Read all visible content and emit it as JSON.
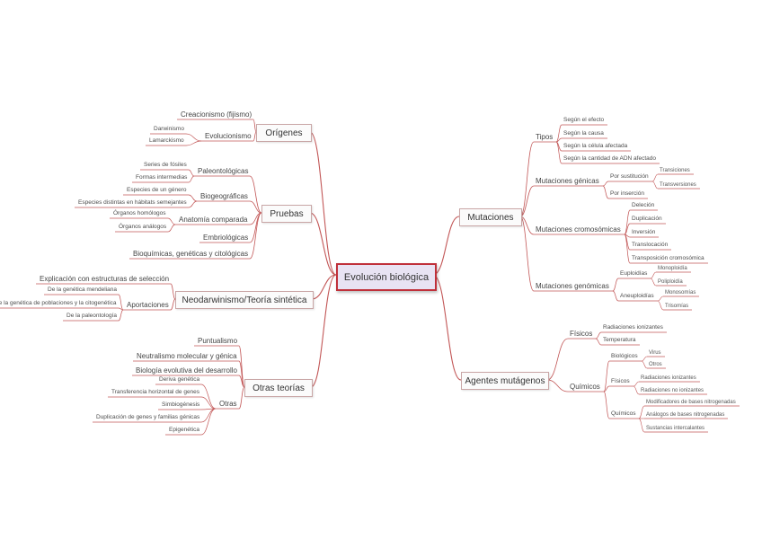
{
  "map": {
    "root": "Evolución biológica",
    "left": [
      {
        "key": "origenes",
        "label": "Orígenes",
        "children": [
          {
            "label": "Creacionismo (fijismo)",
            "children": []
          },
          {
            "label": "Evolucionismo",
            "children": [
              {
                "label": "Darwinismo"
              },
              {
                "label": "Lamarckismo"
              }
            ]
          }
        ]
      },
      {
        "key": "pruebas",
        "label": "Pruebas",
        "children": [
          {
            "label": "Paleontológicas",
            "children": [
              {
                "label": "Series de fósiles"
              },
              {
                "label": "Formas intermedias"
              }
            ]
          },
          {
            "label": "Biogeográficas",
            "children": [
              {
                "label": "Especies de un género"
              },
              {
                "label": "Especies distintas en hábitats semejantes"
              }
            ]
          },
          {
            "label": "Anatomía comparada",
            "children": [
              {
                "label": "Órganos homólogos"
              },
              {
                "label": "Órganos análogos"
              }
            ]
          },
          {
            "label": "Embriológicas",
            "children": []
          },
          {
            "label": "Bioquímicas, genéticas y citológicas",
            "children": []
          }
        ]
      },
      {
        "key": "neodarwinismo",
        "label": "Neodarwinismo/Teoría sintética",
        "children": [
          {
            "label": "Explicación con estructuras de selección",
            "children": []
          },
          {
            "label": "Aportaciones",
            "children": [
              {
                "label": "De la genética mendeliana"
              },
              {
                "label": "De la genética de poblaciones y la citogenética"
              },
              {
                "label": "De la paleontología"
              }
            ]
          }
        ]
      },
      {
        "key": "otras",
        "label": "Otras teorías",
        "children": [
          {
            "label": "Puntualismo",
            "children": []
          },
          {
            "label": "Neutralismo molecular y génica",
            "children": []
          },
          {
            "label": "Biología evolutiva del desarrollo",
            "children": []
          },
          {
            "label": "Otras",
            "children": [
              {
                "label": "Deriva genética"
              },
              {
                "label": "Transferencia horizontal de genes"
              },
              {
                "label": "Simbiogénesis"
              },
              {
                "label": "Duplicación de genes y familias génicas"
              },
              {
                "label": "Epigenética"
              }
            ]
          }
        ]
      }
    ],
    "right": [
      {
        "key": "mutaciones",
        "label": "Mutaciones",
        "children": [
          {
            "label": "Tipos",
            "children": [
              {
                "label": "Según el efecto"
              },
              {
                "label": "Según la causa"
              },
              {
                "label": "Según la célula afectada"
              },
              {
                "label": "Según la cantidad de ADN afectado"
              }
            ]
          },
          {
            "label": "Mutaciones génicas",
            "children": [
              {
                "label": "Por sustitución",
                "children": [
                  {
                    "label": "Transiciones"
                  },
                  {
                    "label": "Transversiones"
                  }
                ]
              },
              {
                "label": "Por inserción"
              }
            ]
          },
          {
            "label": "Mutaciones cromosómicas",
            "children": [
              {
                "label": "Deleción"
              },
              {
                "label": "Duplicación"
              },
              {
                "label": "Inversión"
              },
              {
                "label": "Translocación"
              },
              {
                "label": "Transposición cromosómica"
              }
            ]
          },
          {
            "label": "Mutaciones genómicas",
            "children": [
              {
                "label": "Euploidías",
                "children": [
                  {
                    "label": "Monoploidía"
                  },
                  {
                    "label": "Poliploidía"
                  }
                ]
              },
              {
                "label": "Aneuploidías",
                "children": [
                  {
                    "label": "Monosomías"
                  },
                  {
                    "label": "Trisomías"
                  }
                ]
              }
            ]
          }
        ]
      },
      {
        "key": "agentes",
        "label": "Agentes mutágenos",
        "children": [
          {
            "label": "Físicos",
            "children": [
              {
                "label": "Radiaciones ionizantes"
              },
              {
                "label": "Temperatura"
              }
            ]
          },
          {
            "label": "Químicos",
            "children": [
              {
                "label": "Biológicos",
                "children": [
                  {
                    "label": "Virus"
                  },
                  {
                    "label": "Otros"
                  }
                ]
              },
              {
                "label": "Físicos",
                "children": [
                  {
                    "label": "Radiaciones ionizantes"
                  },
                  {
                    "label": "Radiaciones no ionizantes"
                  }
                ]
              },
              {
                "label": "Químicos",
                "children": [
                  {
                    "label": "Modificadores de bases nitrogenadas"
                  },
                  {
                    "label": "Análogos de bases nitrogenadas"
                  },
                  {
                    "label": "Sustancias intercalantes"
                  }
                ]
              }
            ]
          }
        ]
      }
    ]
  }
}
